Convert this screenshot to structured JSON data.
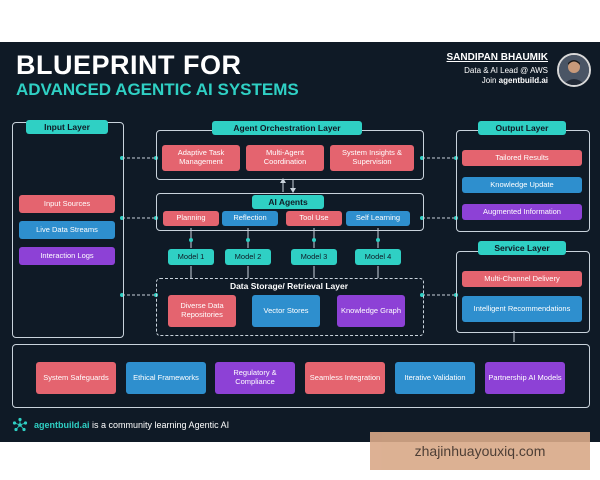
{
  "header": {
    "title_line1": "BLUEPRINT FOR",
    "title_line2": "ADVANCED AGENTIC AI SYSTEMS",
    "author_name": "SANDIPAN BHAUMIK",
    "author_role": "Data & AI Lead @ AWS",
    "author_join_prefix": "Join ",
    "author_join_site": "agentbuild.ai"
  },
  "input_layer": {
    "title": "Input Layer",
    "items": [
      "Input Sources",
      "Live Data Streams",
      "Interaction Logs"
    ]
  },
  "orchestration_layer": {
    "title": "Agent Orchestration Layer",
    "items": [
      "Adaptive Task Management",
      "Multi-Agent Coordination",
      "System Insights & Supervision"
    ]
  },
  "ai_agents": {
    "title": "AI Agents",
    "items": [
      "Planning",
      "Reflection",
      "Tool Use",
      "Self Learning"
    ]
  },
  "models": [
    "Model 1",
    "Model 2",
    "Model 3",
    "Model 4"
  ],
  "data_layer": {
    "title": "Data Storage/ Retrieval Layer",
    "items": [
      "Diverse Data Repositories",
      "Vector Stores",
      "Knowledge Graph"
    ]
  },
  "output_layer": {
    "title": "Output Layer",
    "items": [
      "Tailored Results",
      "Knowledge Update",
      "Augmented Information"
    ]
  },
  "service_layer": {
    "title": "Service Layer",
    "items": [
      "Multi-Channel Delivery",
      "Intelligent Recommendations"
    ]
  },
  "bottom_bar": {
    "items": [
      "System Safeguards",
      "Ethical Frameworks",
      "Regulatory & Compliance",
      "Seamless Integration",
      "Iterative Validation",
      "Partnership AI Models"
    ]
  },
  "footer": {
    "brand": "agentbuild.ai",
    "text": " is a community learning Agentic AI"
  },
  "watermark": "zhajinhuayouxiq.com",
  "colors": {
    "background": "#0f1a26",
    "accent_teal": "#2fd0c4",
    "box_red": "#e4646f",
    "box_blue": "#2e8fce",
    "box_purple": "#8d41d6"
  }
}
